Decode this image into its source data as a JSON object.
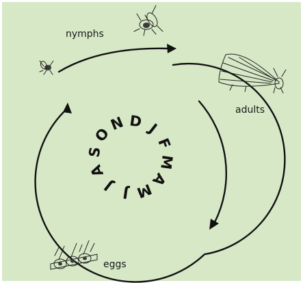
{
  "colors": {
    "background": "#d6e8c6",
    "ink": "#111111"
  },
  "stages": {
    "nymphs": "nymphs",
    "adults": "adults",
    "eggs": "eggs"
  },
  "months": [
    "O",
    "N",
    "D",
    "J",
    "F",
    "M",
    "A",
    "M",
    "J",
    "J",
    "A",
    "S"
  ],
  "icons": [
    "small-nymph-icon",
    "large-nymph-icon",
    "adult-insect-icon",
    "eggs-cluster-icon"
  ]
}
